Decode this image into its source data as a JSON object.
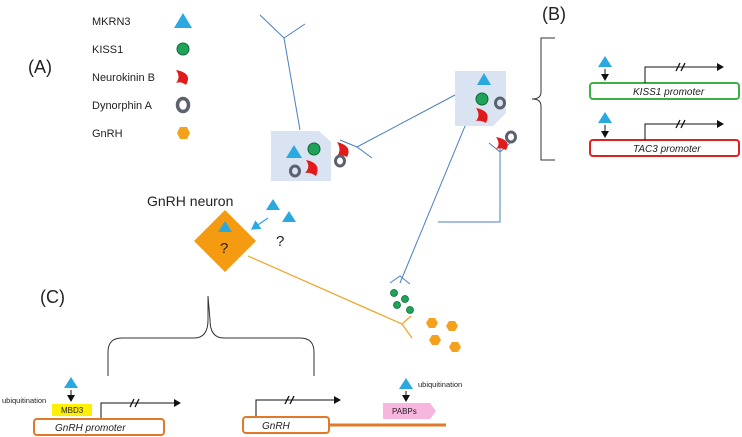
{
  "panels": {
    "a": "(A)",
    "b": "(B)",
    "c": "(C)"
  },
  "legend": [
    {
      "label": "MKRN3",
      "shape": "triangle",
      "color": "#29a9e0"
    },
    {
      "label": "KISS1",
      "shape": "circle",
      "color": "#1fa35a"
    },
    {
      "label": "Neurokinin  B",
      "shape": "crescent",
      "color": "#e01b1b"
    },
    {
      "label": "Dynorphin A",
      "shape": "ring",
      "color": "#5c6170"
    },
    {
      "label": "GnRH",
      "shape": "hexagon",
      "color": "#f4a11d"
    }
  ],
  "gnrh_neuron": {
    "label": "GnRH neuron",
    "question": "?",
    "side_question": "?"
  },
  "panel_b": {
    "promoter_1": "KISS1 promoter",
    "promoter_2": "TAC3 promoter"
  },
  "panel_c": {
    "left_tag": "ubiquitination",
    "mbd3": "MBD3",
    "gnrh_promoter": "GnRH promoter",
    "gnrh_gene": "GnRH",
    "pabps": "PABPs",
    "right_tag": "ubiquitination"
  },
  "colors": {
    "mkrn3": "#29a9e0",
    "kiss1": "#1fa35a",
    "nkb": "#e01b1b",
    "dyn": "#5c6170",
    "gnrh": "#f4a11d",
    "cell": "#d9e3f1",
    "fiber": "#4a7fc1",
    "gnrh_axon": "#f4a11d",
    "kiss1_box": "#3cb043",
    "tac3_box": "#e02020",
    "gnrh_box": "#e07a2a",
    "mbd3_fill": "#ffef00",
    "pabps_fill": "#f7b6de"
  }
}
